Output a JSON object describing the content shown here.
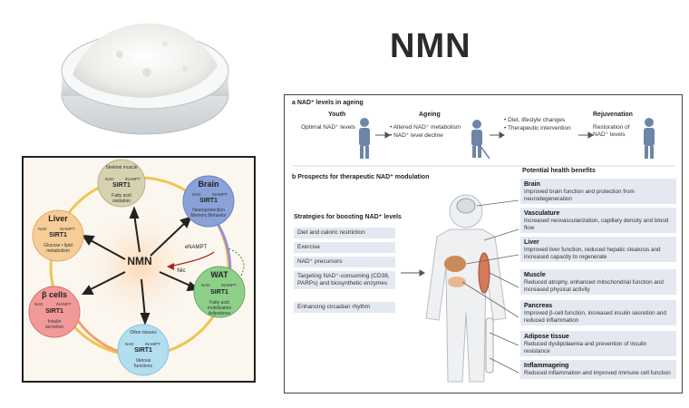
{
  "page": {
    "title": "NMN"
  },
  "colors": {
    "brain": "#6f8bc9",
    "liver": "#f2c08a",
    "beta": "#ef8a8a",
    "wat": "#7fc97f",
    "other": "#9fd3ea",
    "muscle": "#c9c59a",
    "ring": "#e9c84a",
    "panel_box": "#e4e9f1",
    "powder": "#f2f2ee"
  },
  "cycle": {
    "center": "NMN",
    "enampt": "eNAMPT",
    "nic": "Nic",
    "muscle": {
      "title": "Skeletal muscle",
      "nad": "NAD",
      "inampt": "iNAMPT",
      "sirt": "SIRT1",
      "fn": "Fatty acid oxidation"
    },
    "brain": {
      "title": "Brain",
      "nad": "NAD",
      "inampt": "iNAMPT",
      "sirt": "SIRT1",
      "fn": "Neuroprotection Memory Behavior"
    },
    "liver": {
      "title": "Liver",
      "nad": "NAD",
      "inampt": "iNAMPT",
      "sirt": "SIRT1",
      "fn": "Glucose • lipid metabolism"
    },
    "wat": {
      "title": "WAT",
      "nad": "NAD",
      "inampt": "iNAMPT",
      "sirt": "SIRT1",
      "fn": "Fatty acid mobilization Adipokines"
    },
    "beta": {
      "title": "β cells",
      "nad": "NAD",
      "inampt": "iNAMPT",
      "sirt": "SIRT1",
      "fn": "Insulin secretion"
    },
    "other": {
      "title": "Other tissues",
      "nad": "NAD",
      "inampt": "iNAMPT",
      "sirt": "SIRT1",
      "fn": "Various functions"
    }
  },
  "panel": {
    "a_heading": "a  NAD⁺ levels in ageing",
    "youth": {
      "title": "Youth",
      "text": "Optimal NAD⁺ levels"
    },
    "ageing": {
      "title": "Ageing",
      "items": [
        "• Altered NAD⁺ metabolism",
        "• NAD⁺ level decline"
      ]
    },
    "interventions": [
      "• Diet, lifestyle changes",
      "• Therapeutic intervention"
    ],
    "rejuvenation": {
      "title": "Rejuvenation",
      "text": "Restoration of NAD⁺ levels"
    },
    "b_heading": "b  Prospects for therapeutic NAD⁺ modulation",
    "strategies_heading": "Strategies for boosting NAD⁺ levels",
    "strategies": [
      "Diet and caloric restriction",
      "Exercise",
      "NAD⁺ precursors",
      "Targeting NAD⁺-consuming (CD38, PARPs) and biosynthetic enzymes",
      "Enhancing circadian rhythm"
    ],
    "benefits_heading": "Potential health benefits",
    "benefits": [
      {
        "title": "Brain",
        "text": "Improved brain function and protection from neurodegeneration"
      },
      {
        "title": "Vasculature",
        "text": "Increased neovascularization, capillary density and blood flow"
      },
      {
        "title": "Liver",
        "text": "Improved liver function, reduced hepatic steatosis and increased capacity to regenerate"
      },
      {
        "title": "Muscle",
        "text": "Reduced atrophy, enhanced mitochondrial function and increased physical activity"
      },
      {
        "title": "Pancreas",
        "text": "Improved β-cell function, increased insulin secretion and reduced inflammation"
      },
      {
        "title": "Adipose tissue",
        "text": "Reduced dyslipidaemia and prevention of insulin resistance"
      },
      {
        "title": "Inflammageing",
        "text": "Reduced inflammation and improved immune cell function"
      }
    ]
  }
}
